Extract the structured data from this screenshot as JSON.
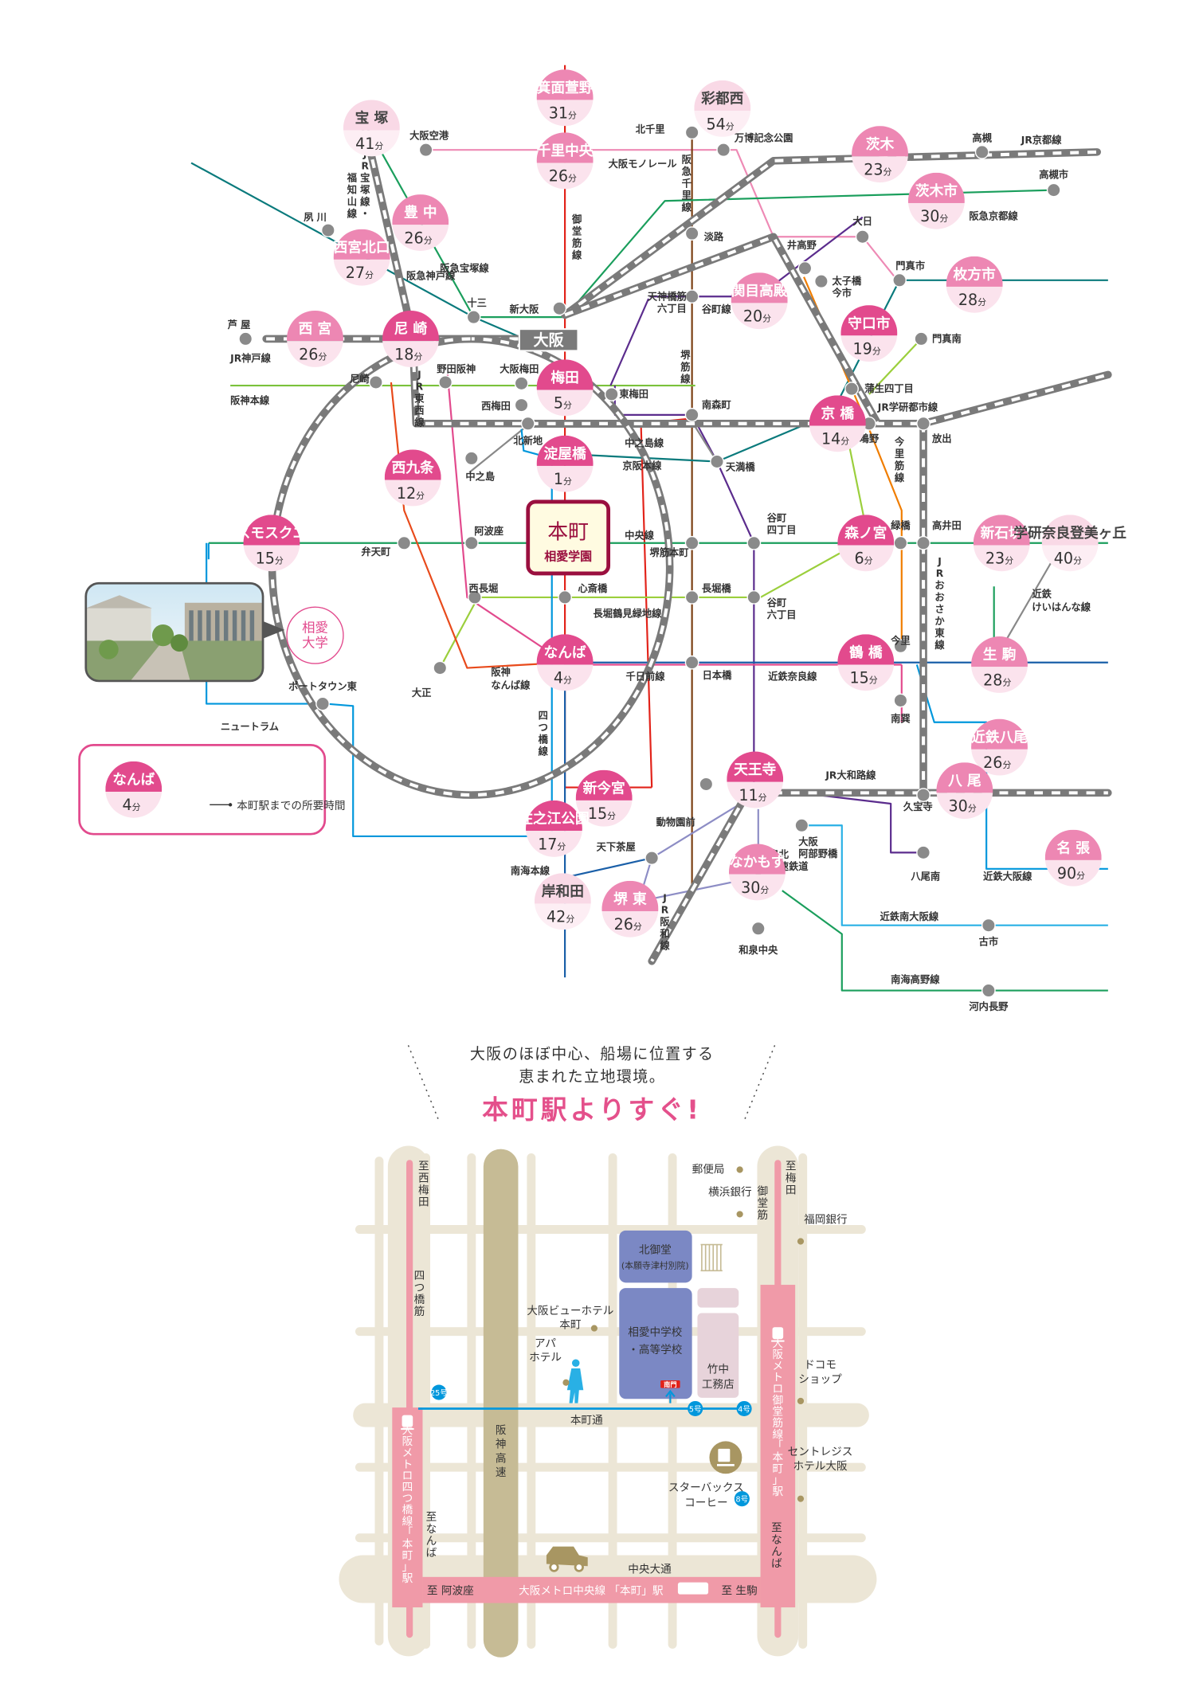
{
  "colors": {
    "station_strong": "#e24a8d",
    "station_mid": "#ed87b3",
    "station_light": "#f9d9e6",
    "minutes_bg": "#fbe3ed",
    "jr_gray": "#7a7a7a",
    "node_gray": "#8a8a8a",
    "honmachi_border": "#9a0f3f",
    "honmachi_fill": "#fffbe1",
    "road": "#ece6d6",
    "road_dark": "#c6bb95",
    "metro_pink": "#f09aa8",
    "school_blue": "#7b88c4",
    "school_side": "#e7d3da",
    "exit_blue": "#0097dc",
    "landmark": "#a89662"
  },
  "route_map": {
    "center": {
      "name": "本町",
      "sub": "相愛学園"
    },
    "hub": {
      "name": "大阪"
    },
    "time_stations": [
      {
        "id": "minoo",
        "name": "箕面萱野",
        "minutes": "31",
        "tone": "mid"
      },
      {
        "id": "saito",
        "name": "彩都西",
        "minutes": "54",
        "tone": "light"
      },
      {
        "id": "takarazuka",
        "name": "宝 塚",
        "minutes": "41",
        "tone": "light"
      },
      {
        "id": "senri",
        "name": "千里中央",
        "minutes": "26",
        "tone": "mid"
      },
      {
        "id": "ibaraki",
        "name": "茨木",
        "minutes": "23",
        "tone": "mid"
      },
      {
        "id": "ibarakishi",
        "name": "茨木市",
        "minutes": "30",
        "tone": "mid"
      },
      {
        "id": "toyonaka",
        "name": "豊 中",
        "minutes": "26",
        "tone": "mid"
      },
      {
        "id": "nishikita",
        "name": "西宮北口",
        "minutes": "27",
        "tone": "mid"
      },
      {
        "id": "sekime",
        "name": "関目高殿",
        "minutes": "20",
        "tone": "mid"
      },
      {
        "id": "hirakata",
        "name": "枚方市",
        "minutes": "28",
        "tone": "mid"
      },
      {
        "id": "nishinomiya",
        "name": "西 宮",
        "minutes": "26",
        "tone": "mid"
      },
      {
        "id": "amagasaki",
        "name": "尼 崎",
        "minutes": "18",
        "tone": "strong"
      },
      {
        "id": "moriguchi",
        "name": "守口市",
        "minutes": "19",
        "tone": "strong"
      },
      {
        "id": "umeda",
        "name": "梅田",
        "minutes": "5",
        "tone": "strong"
      },
      {
        "id": "kyobashi",
        "name": "京 橋",
        "minutes": "14",
        "tone": "strong"
      },
      {
        "id": "yodoyabashi",
        "name": "淀屋橋",
        "minutes": "1",
        "tone": "strong"
      },
      {
        "id": "nishikujo",
        "name": "西九条",
        "minutes": "12",
        "tone": "strong"
      },
      {
        "id": "morinomiya",
        "name": "森ノ宮",
        "minutes": "6",
        "tone": "strong"
      },
      {
        "id": "shinishikiri",
        "name": "新石切",
        "minutes": "23",
        "tone": "mid"
      },
      {
        "id": "gakken",
        "name": "学研奈良登美ヶ丘",
        "minutes": "40",
        "tone": "light"
      },
      {
        "id": "cosmo",
        "name": "コスモスクエア",
        "minutes": "15",
        "tone": "strong"
      },
      {
        "id": "namba",
        "name": "なんば",
        "minutes": "4",
        "tone": "strong"
      },
      {
        "id": "tsuruhashi",
        "name": "鶴 橋",
        "minutes": "15",
        "tone": "strong"
      },
      {
        "id": "ikoma",
        "name": "生 駒",
        "minutes": "28",
        "tone": "mid"
      },
      {
        "id": "kintetsuyao",
        "name": "近鉄八尾",
        "minutes": "26",
        "tone": "mid"
      },
      {
        "id": "tennoji",
        "name": "天王寺",
        "minutes": "11",
        "tone": "strong"
      },
      {
        "id": "shinimamiya",
        "name": "新今宮",
        "minutes": "15",
        "tone": "strong"
      },
      {
        "id": "suminoe",
        "name": "住之江公園",
        "minutes": "17",
        "tone": "strong"
      },
      {
        "id": "yao",
        "name": "八 尾",
        "minutes": "30",
        "tone": "mid"
      },
      {
        "id": "nabari",
        "name": "名 張",
        "minutes": "90",
        "tone": "mid"
      },
      {
        "id": "nakamozu",
        "name": "なかもず",
        "minutes": "30",
        "tone": "mid"
      },
      {
        "id": "kishiwada",
        "name": "岸和田",
        "minutes": "42",
        "tone": "light"
      },
      {
        "id": "sakaihigashi",
        "name": "堺 東",
        "minutes": "26",
        "tone": "mid"
      }
    ],
    "minute_unit": "分",
    "stations": [
      "大阪空港",
      "北千里",
      "万博記念公園",
      "高槻",
      "高槻市",
      "夙 川",
      "大日",
      "井高野",
      "太子橋\n今市",
      "門真市",
      "淡路",
      "十三",
      "新大阪",
      "天神橋筋\n六丁目",
      "芦 屋",
      "門真南",
      "尼崎",
      "野田阪神",
      "大阪梅田",
      "東梅田",
      "蒲生四丁目",
      "西梅田",
      "南森町",
      "鴫野",
      "放出",
      "北新地",
      "中之島",
      "天満橋",
      "阿波座",
      "谷町\n四丁目",
      "弁天町",
      "堺筋本町",
      "緑橋",
      "高井田",
      "西長堀",
      "心斎橋",
      "長堀橋",
      "谷町\n六丁目",
      "今里",
      "大正",
      "日本橋",
      "南巽",
      "ポートタウン東",
      "動物園前",
      "久宝寺",
      "大阪\n阿部野橋",
      "天下茶屋",
      "八尾南",
      "泉北\n高速鉄道",
      "和泉中央",
      "古市",
      "河内長野"
    ],
    "lines": [
      "大阪モノレール",
      "阪急千里線",
      "JR京都線",
      "阪急京都線",
      "JR宝塚線・\n福知山線",
      "阪急宝塚線",
      "御堂筋線",
      "阪急神戸線",
      "谷町線",
      "JR神戸線",
      "阪神本線",
      "JR\n東西線",
      "堺筋線",
      "JR学研都市線",
      "中之島線",
      "京阪本線",
      "今里筋線",
      "中央線",
      "JRおおさか東線",
      "長堀鶴見緑地線",
      "近鉄\nけいはんな線",
      "阪神\nなんば線",
      "千日前線",
      "近鉄奈良線",
      "ニュートラム",
      "四つ橋線",
      "JR大和路線",
      "近鉄大阪線",
      "南海本線",
      "JR阪和線",
      "近鉄南大阪線",
      "南海高野線"
    ],
    "university": {
      "label": "相愛\n大学",
      "photo_alt": "相愛大学キャンパス"
    },
    "legend": {
      "station": "なんば",
      "minutes": "4",
      "description": "本町駅までの所要時間"
    }
  },
  "intro": {
    "line1": "大阪のほぼ中心、船場に位置する",
    "line2": "恵まれた立地環境。",
    "headline": "本町駅よりすぐ!"
  },
  "area_map": {
    "school": "相愛中学校\n・高等学校",
    "south_gate": "南門",
    "kitamido": "北御堂\n(本願寺津村別院)",
    "takenaka": "竹中\n工務店",
    "landmarks": [
      "郵便局",
      "横浜銀行",
      "福岡銀行",
      "大阪ビューホテル\n本町",
      "アパ\nホテル",
      "ドコモ\nショップ",
      "セントレジス\nホテル大阪",
      "スターバックス\nコーヒー"
    ],
    "roads": {
      "honmachi_dori": "本町通",
      "chuo_odori": "中央大通",
      "midosuji": "御堂筋",
      "yotsuhashisuji": "四つ橋筋",
      "hanshin": "阪神高速"
    },
    "directions": {
      "nishiumeda": "至 西梅田",
      "umeda": "至 梅田",
      "namba_left": "至 なんば",
      "namba_right": "至 なんば",
      "awaza": "至 阿波座",
      "ikoma": "至 生駒"
    },
    "metro": {
      "yotsubashi": "大阪メトロ四つ橋線　「本町」駅",
      "midosuji": "大阪メトロ御堂筋線　「本町」駅",
      "chuo": "大阪メトロ中央線　「本町」駅"
    },
    "exits": [
      "25号",
      "5号",
      "4号",
      "8号"
    ]
  }
}
